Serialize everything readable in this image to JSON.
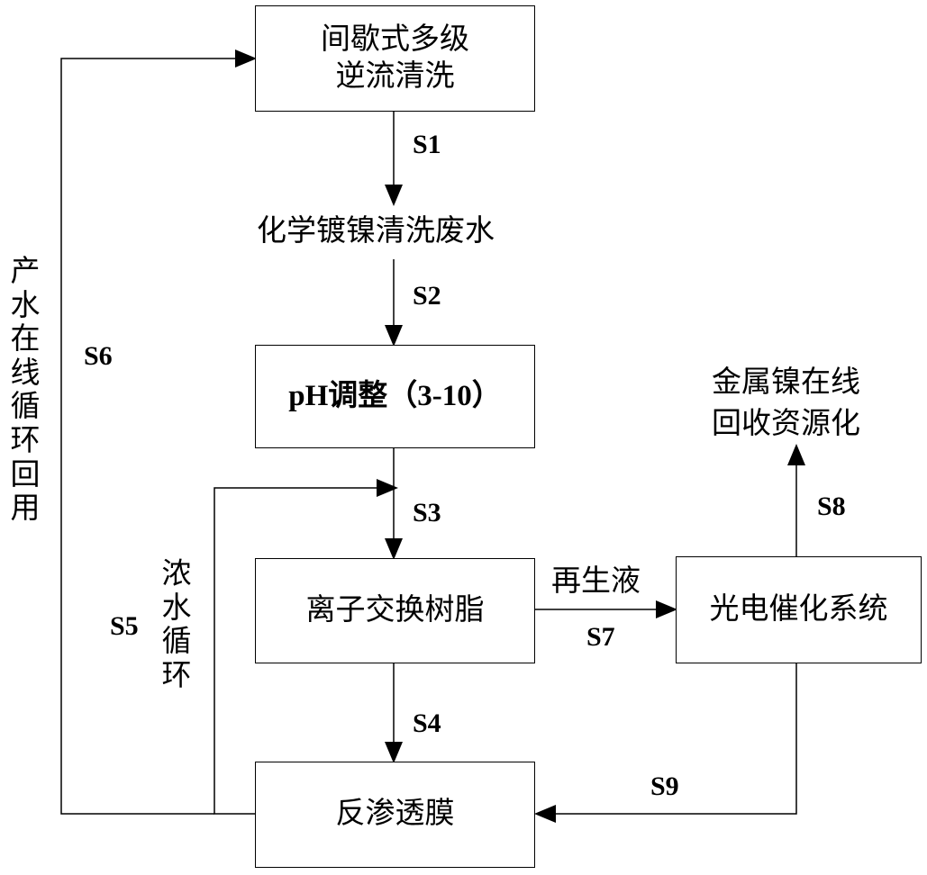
{
  "boxes": {
    "wash": "间歇式多级\n逆流清洗",
    "ph_prefix": "pH",
    "ph_rest": "调整（3-10）",
    "ion": "离子交换树脂",
    "ro": "反渗透膜",
    "photo": "光电催化系统"
  },
  "labels": {
    "wastewater": "化学镀镍清洗废水",
    "nickel_recovery": "金属镍在线\n回收资源化",
    "regen_liquid": "再生液",
    "water_recycle": "产水在线循环回用",
    "concentrate_recycle": "浓水循环"
  },
  "steps": {
    "s1": "S1",
    "s2": "S2",
    "s3": "S3",
    "s4": "S4",
    "s5": "S5",
    "s6": "S6",
    "s7": "S7",
    "s8": "S8",
    "s9": "S9"
  }
}
